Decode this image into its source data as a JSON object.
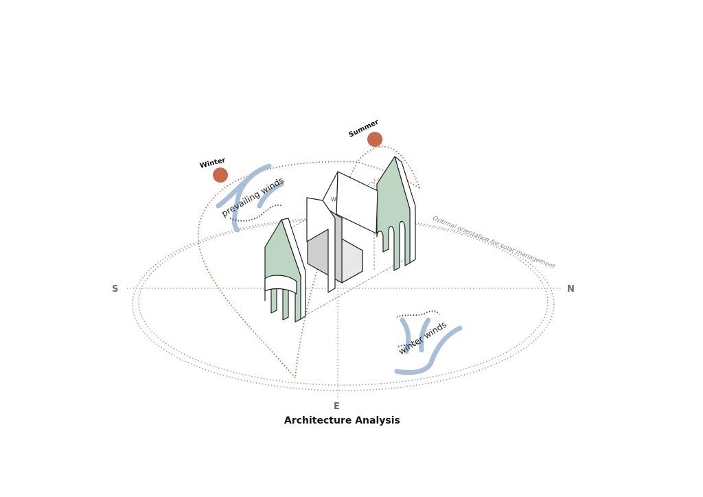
{
  "compass": {
    "south": "S",
    "north": "N",
    "east": "E"
  },
  "seasons": {
    "winter": "Winter",
    "summer": "Summer"
  },
  "winds": {
    "prevailing": "prevailing winds",
    "winter": "winter winds"
  },
  "orientation_label": "Optimal orientation for solar management",
  "roof_mark": "W",
  "title": "Architecture Analysis",
  "colors": {
    "sun": "#c8694a",
    "sun_path": "#d9603c",
    "wind_arrow": "#a9bfd9",
    "wind_dots": "#2a4f8f",
    "facade": "#bcd6c3",
    "orbit": "#9a9a9a",
    "axis": "#9aa6cc"
  }
}
